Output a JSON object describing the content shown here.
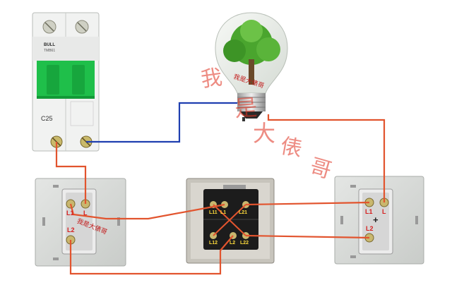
{
  "breaker": {
    "brand": "BULL",
    "model": "TMB61",
    "rating": "C25"
  },
  "left_switch": {
    "terminals": [
      "L1",
      "L",
      "L2"
    ]
  },
  "middle_switch": {
    "terminals": [
      "L11",
      "L1",
      "L21",
      "L12",
      "L2",
      "L22"
    ]
  },
  "right_switch": {
    "terminals": [
      "L1",
      "L",
      "L2"
    ],
    "symbol": "+"
  },
  "watermark": {
    "text": [
      "我",
      "是",
      "大",
      "俵",
      "哥"
    ],
    "small_bulb": "我是大俵哥",
    "small_switch": "我是大俵哥"
  },
  "colors": {
    "live_wire": "#e2542e",
    "neutral_wire": "#1f3fb0",
    "breaker_handle": "#1fbf4a",
    "watermark": "#e0301e"
  }
}
